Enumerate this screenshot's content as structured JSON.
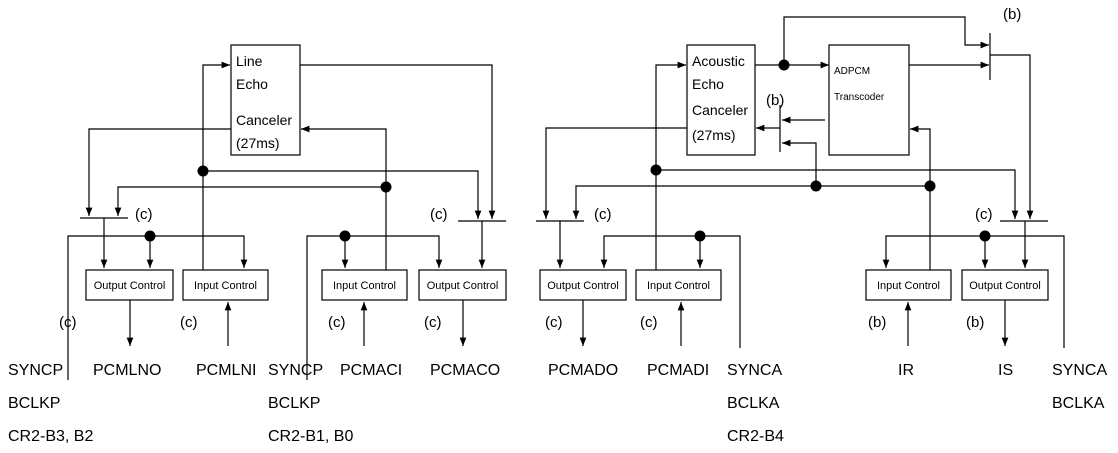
{
  "blocks": {
    "line_echo": [
      "Line",
      "Echo",
      "Canceler",
      "(27ms)"
    ],
    "acoustic_echo": [
      "Acoustic",
      "Echo",
      "Canceler",
      "(27ms)"
    ],
    "adpcm": [
      "ADPCM",
      "Transcoder"
    ]
  },
  "controls": {
    "output": "Output Control",
    "input": "Input Control"
  },
  "switch_labels": {
    "b": "(b)",
    "c": "(c)"
  },
  "signals": {
    "syncp": "SYNCP",
    "bclkp": "BCLKP",
    "cr2_b3_b2": "CR2-B3, B2",
    "cr2_b1_b0": "CR2-B1, B0",
    "pcmlno": "PCMLNO",
    "pcmlni": "PCMLNI",
    "pcmaci": "PCMACI",
    "pcmaco": "PCMACO",
    "pcmado": "PCMADO",
    "pcmadi": "PCMADI",
    "synca": "SYNCA",
    "bclka": "BCLKA",
    "cr2_b4": "CR2-B4",
    "ir": "IR",
    "is": "IS"
  }
}
